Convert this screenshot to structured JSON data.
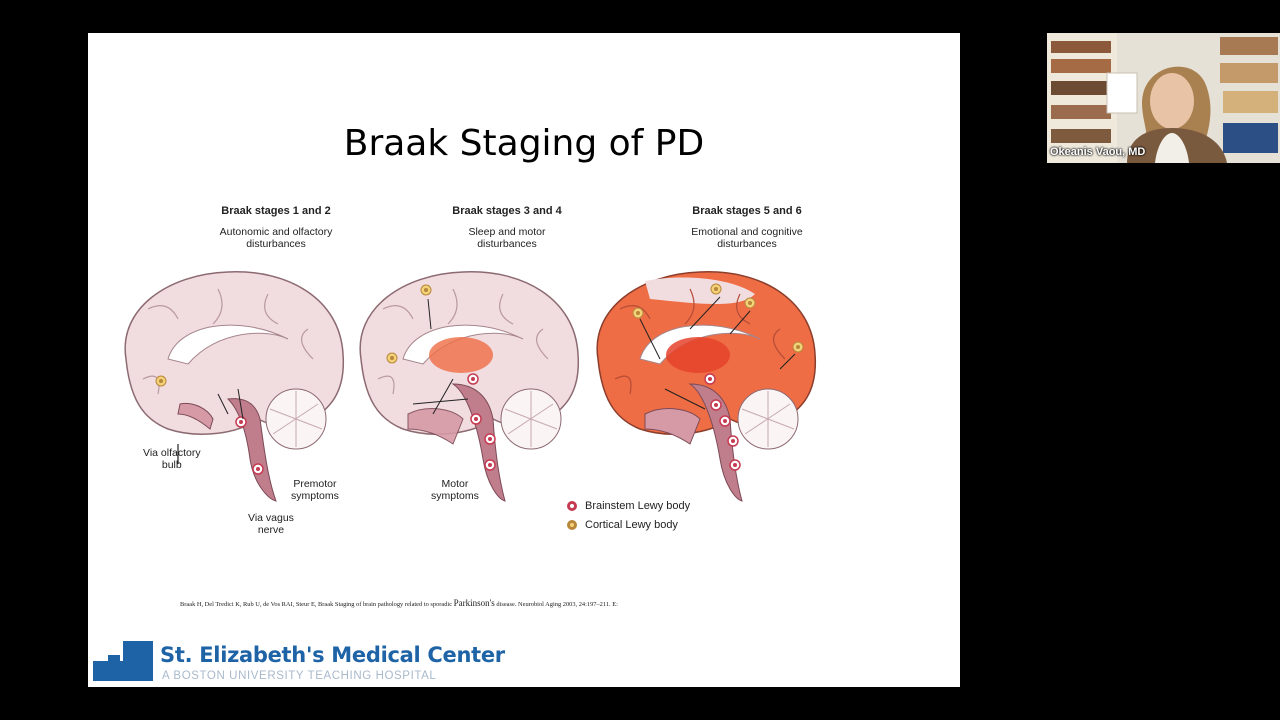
{
  "slide": {
    "title": "Braak Staging of PD",
    "panels": [
      {
        "stage": "Braak stages 1 and 2",
        "desc": "Autonomic and olfactory\ndisturbances"
      },
      {
        "stage": "Braak stages 3 and 4",
        "desc": "Sleep and motor\ndisturbances"
      },
      {
        "stage": "Braak stages 5 and 6",
        "desc": "Emotional and cognitive\ndisturbances"
      }
    ],
    "callouts": {
      "olfactory": "Via olfactory\nbulb",
      "vagus": "Via vagus\nnerve",
      "premotor": "Premotor\nsymptoms",
      "motor": "Motor\nsymptoms"
    },
    "legend": {
      "brainstem": "Brainstem Lewy body",
      "cortical": "Cortical Lewy body"
    },
    "citation": {
      "pre": "Braak H, Del Tredici K, Rub U, de Vos RAI, Steur E, Braak Staging of brain pathology related to sporadic ",
      "emph": "Parkinson's",
      "post": " disease. Neurobiol Aging 2003, 24:197–211. E:"
    },
    "logo": {
      "name": "St. Elizabeth's Medical Center",
      "subtitle": "A BOSTON UNIVERSITY TEACHING HOSPITAL"
    }
  },
  "video": {
    "participant_name": "Okeanis Vaou, MD"
  },
  "colors": {
    "brain_pink": "#f1dcdf",
    "lesion_orange": "#ef6d45",
    "brainstem": "#c07d8c",
    "brand_blue": "#1e63a6"
  }
}
